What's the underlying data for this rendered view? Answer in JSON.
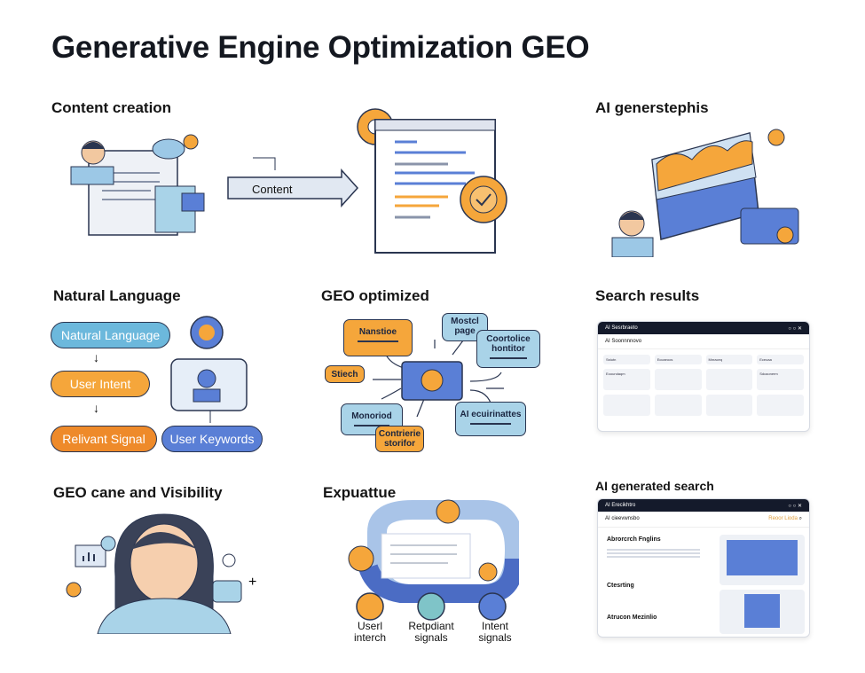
{
  "title": "Generative Engine Optimization GEO",
  "sections": {
    "content_creation": {
      "title": "Content creation",
      "arrow_label": "Content"
    },
    "ai_gen": {
      "title": "AI generstephis"
    },
    "natural_language": {
      "title": "Natural Language",
      "pills": [
        "Natural Language",
        "User Intent",
        "Relivant Signal",
        "User Keywords"
      ]
    },
    "geo_optimized": {
      "title": "GEO optimized",
      "cards": [
        "Nanstioe",
        "Mostcl page",
        "Coortolice hontitor",
        "Stiech",
        "Monoriod",
        "Contrierie storifor",
        "AI ecuirinattes"
      ]
    },
    "search_results": {
      "title": "Search results",
      "window_title": "AI Sesrbraeto",
      "subtitle": "AI Soonnnnovo",
      "tiles": [
        "Sstutn",
        "Eccaeoos",
        "Mnraceq",
        "Eceoaa",
        "Eooundaqm",
        "",
        "",
        "Sdcaonerm",
        "",
        "",
        "",
        ""
      ]
    },
    "geo_visibility": {
      "title": "GEO cane and Visibility"
    },
    "expuattue": {
      "title": "Expuattue",
      "captions": [
        "Userl interch",
        "Retpdiant signals",
        "Intent signals"
      ]
    },
    "ai_generated_search": {
      "title": "AI generated search",
      "window_title": "AI Erecikhtro",
      "subtitle": "AI cieevwnsbo",
      "nav": [
        "Reoor",
        "Lioda"
      ],
      "headings": [
        "Abrorcrch Fnglins",
        "Ctesrting",
        "Atrucon Mezinlio"
      ]
    }
  },
  "colors": {
    "orange": "#f5a63b",
    "blue": "#5a7fd6",
    "light_blue": "#a9d3e8",
    "navy": "#141a2b"
  }
}
